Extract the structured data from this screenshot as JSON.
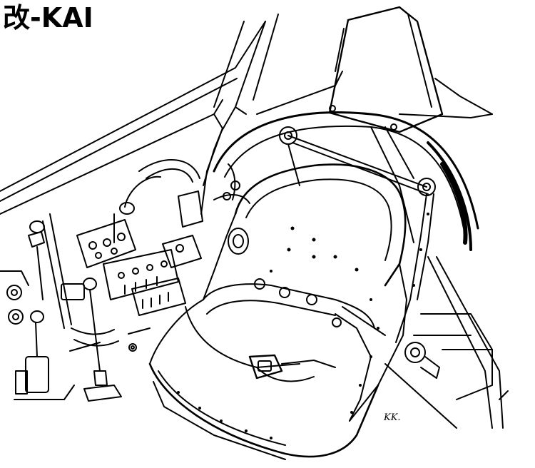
{
  "title": "改-KAI",
  "signature": "KK.",
  "illustration": {
    "subject": "line-art-drawing",
    "line_color": "#000000",
    "background_color": "#ffffff"
  }
}
